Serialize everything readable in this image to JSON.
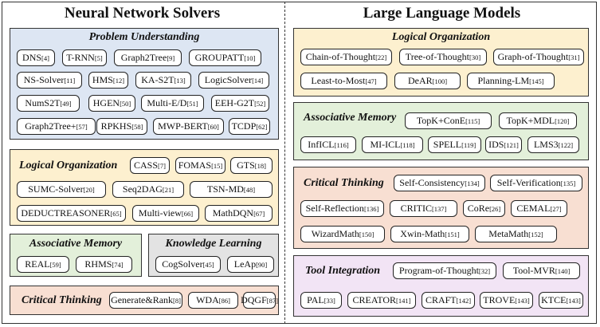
{
  "columns": {
    "left": "Neural Network Solvers",
    "right": "Large Language Models"
  },
  "nn": {
    "problem_understanding": {
      "title": "Problem Understanding",
      "items": [
        {
          "name": "DNS",
          "ref": "[4]"
        },
        {
          "name": "T-RNN",
          "ref": "[5]"
        },
        {
          "name": "Graph2Tree",
          "ref": "[9]"
        },
        {
          "name": "GROUPATT",
          "ref": "[10]"
        },
        {
          "name": "NS-Solver",
          "ref": "[11]"
        },
        {
          "name": "HMS",
          "ref": "[12]"
        },
        {
          "name": "KA-S2T",
          "ref": "[13]"
        },
        {
          "name": "LogicSolver",
          "ref": "[14]"
        },
        {
          "name": "NumS2T",
          "ref": "[49]"
        },
        {
          "name": "HGEN",
          "ref": "[50]"
        },
        {
          "name": "Multi-E/D",
          "ref": "[51]"
        },
        {
          "name": "EEH-G2T",
          "ref": "[52]"
        },
        {
          "name": "Graph2Tree+",
          "ref": "[57]"
        },
        {
          "name": "RPKHS",
          "ref": "[58]"
        },
        {
          "name": "MWP-BERT",
          "ref": "[60]"
        },
        {
          "name": "TCDP",
          "ref": "[62]"
        }
      ]
    },
    "logical_organization": {
      "title": "Logical Organization",
      "items": [
        {
          "name": "CASS",
          "ref": "[7]"
        },
        {
          "name": "FOMAS",
          "ref": "[15]"
        },
        {
          "name": "GTS",
          "ref": "[18]"
        },
        {
          "name": "SUMC-Solver",
          "ref": "[20]"
        },
        {
          "name": "Seq2DAG",
          "ref": "[21]"
        },
        {
          "name": "TSN-MD",
          "ref": "[48]"
        },
        {
          "name": "DEDUCTREASONER",
          "ref": "[65]"
        },
        {
          "name": "Multi-view",
          "ref": "[66]"
        },
        {
          "name": "MathDQN",
          "ref": "[67]"
        }
      ]
    },
    "associative_memory": {
      "title": "Associative Memory",
      "items": [
        {
          "name": "REAL",
          "ref": "[59]"
        },
        {
          "name": "RHMS",
          "ref": "[74]"
        }
      ]
    },
    "knowledge_learning": {
      "title": "Knowledge Learning",
      "items": [
        {
          "name": "CogSolver",
          "ref": "[45]"
        },
        {
          "name": "LeAp",
          "ref": "[90]"
        }
      ]
    },
    "critical_thinking": {
      "title": "Critical Thinking",
      "items": [
        {
          "name": "Generate&Rank",
          "ref": "[8]"
        },
        {
          "name": "WDA",
          "ref": "[86]"
        },
        {
          "name": "DQGF",
          "ref": "[87]"
        }
      ]
    }
  },
  "llm": {
    "logical_organization": {
      "title": "Logical Organization",
      "items": [
        {
          "name": "Chain-of-Thought",
          "ref": "[22]"
        },
        {
          "name": "Tree-of-Thought",
          "ref": "[30]"
        },
        {
          "name": "Graph-of-Thought",
          "ref": "[31]"
        },
        {
          "name": "Least-to-Most",
          "ref": "[47]"
        },
        {
          "name": "DeAR",
          "ref": "[100]"
        },
        {
          "name": "Planning-LM",
          "ref": "[145]"
        }
      ]
    },
    "associative_memory": {
      "title": "Associative Memory",
      "items": [
        {
          "name": "TopK+ConE",
          "ref": "[115]"
        },
        {
          "name": "TopK+MDL",
          "ref": "[120]"
        },
        {
          "name": "InfICL",
          "ref": "[116]"
        },
        {
          "name": "MI-ICL",
          "ref": "[118]"
        },
        {
          "name": "SPELL",
          "ref": "[119]"
        },
        {
          "name": "IDS",
          "ref": "[121]"
        },
        {
          "name": "LMS3",
          "ref": "[122]"
        }
      ]
    },
    "critical_thinking": {
      "title": "Critical Thinking",
      "items": [
        {
          "name": "Self-Consistency",
          "ref": "[134]"
        },
        {
          "name": "Self-Verification",
          "ref": "[135]"
        },
        {
          "name": "Self-Reflection",
          "ref": "[136]"
        },
        {
          "name": "CRITIC",
          "ref": "[137]"
        },
        {
          "name": "CoRe",
          "ref": "[26]"
        },
        {
          "name": "CEMAL",
          "ref": "[27]"
        },
        {
          "name": "WizardMath",
          "ref": "[150]"
        },
        {
          "name": "Xwin-Math",
          "ref": "[151]"
        },
        {
          "name": "MetaMath",
          "ref": "[152]"
        }
      ]
    },
    "tool_integration": {
      "title": "Tool Integration",
      "items": [
        {
          "name": "Program-of-Thought",
          "ref": "[32]"
        },
        {
          "name": "Tool-MVR",
          "ref": "[140]"
        },
        {
          "name": "PAL",
          "ref": "[33]"
        },
        {
          "name": "CREATOR",
          "ref": "[141]"
        },
        {
          "name": "CRAFT",
          "ref": "[142]"
        },
        {
          "name": "TROVE",
          "ref": "[143]"
        },
        {
          "name": "KTCE",
          "ref": "[143]"
        }
      ]
    }
  },
  "colors": {
    "problem_understanding": "#dde6f3",
    "logical_organization": "#fdf0cf",
    "associative_memory": "#e3f0da",
    "knowledge_learning": "#e3e3e3",
    "critical_thinking": "#f8dfd2",
    "tool_integration": "#f2e4f5"
  }
}
